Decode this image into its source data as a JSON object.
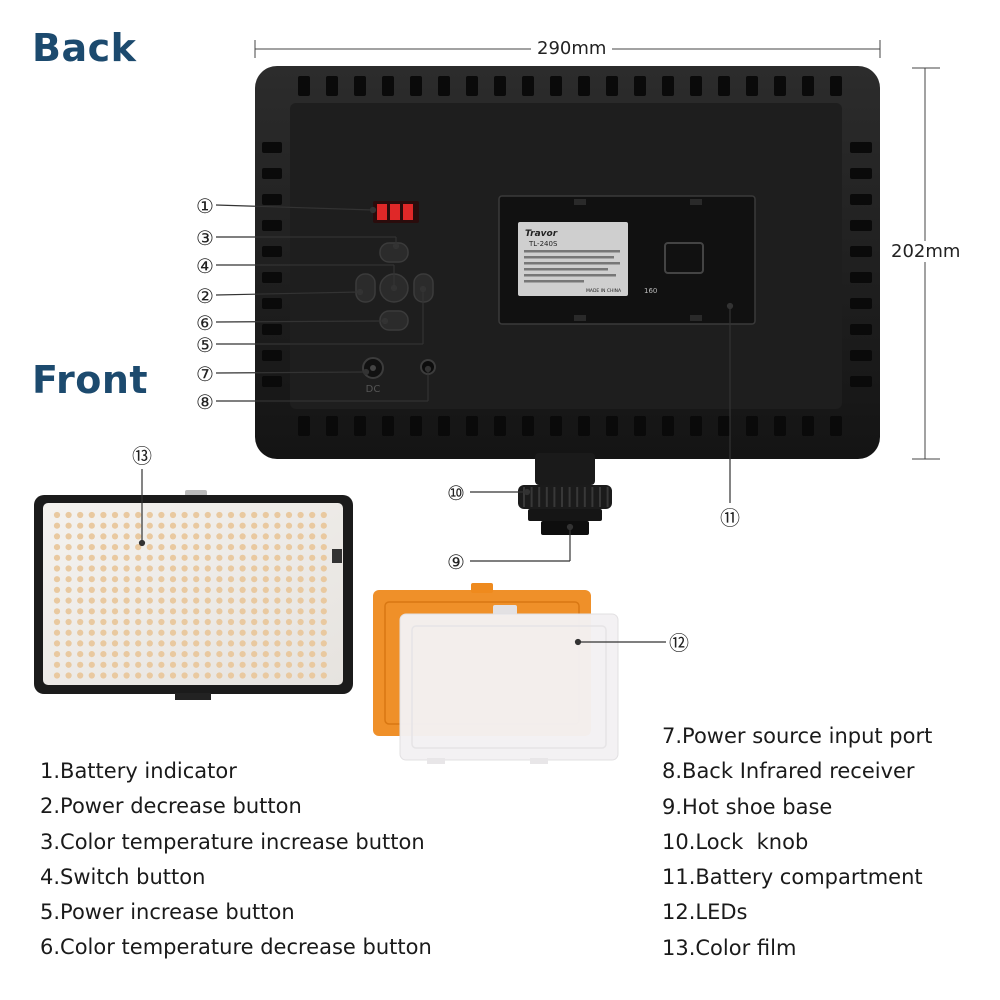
{
  "headings": {
    "back": "Back",
    "front": "Front"
  },
  "dimensions": {
    "width": "290mm",
    "height": "202mm"
  },
  "markers": [
    "①",
    "②",
    "③",
    "④",
    "⑤",
    "⑥",
    "⑦",
    "⑧",
    "⑨",
    "⑩",
    "⑪",
    "⑫",
    "⑬"
  ],
  "device_labels": {
    "dc_port": "DC",
    "battery_brand": "Travor",
    "battery_model": "TL-240S",
    "battery_made": "MADE IN CHINA",
    "battery_id": "160"
  },
  "legend_left": [
    "1.Battery indicator",
    "2.Power decrease button",
    "3.Color temperature increase button",
    "4.Switch button",
    "5.Power increase button",
    "6.Color temperature decrease button"
  ],
  "legend_right": [
    "7.Power source input port",
    "8.Back Infrared receiver",
    "9.Hot shoe base",
    "10.Lock  knob",
    "11.Battery compartment",
    "12.LEDs",
    "13.Color film"
  ],
  "colors": {
    "heading": "#1c4a6e",
    "body": "#1b1b1b",
    "indicator": "#e02828",
    "filter_orange": "#ee8a1e",
    "filter_white": "#f3f1f3",
    "led": "#e9c9a0"
  }
}
